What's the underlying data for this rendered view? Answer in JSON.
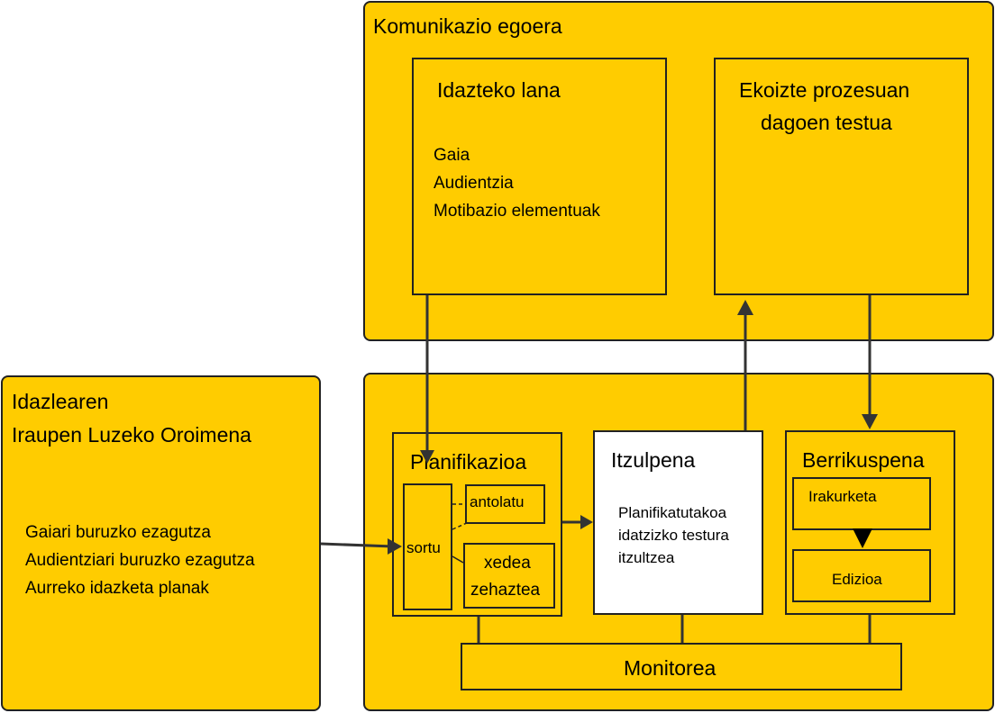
{
  "communication": {
    "title": "Komunikazio egoera",
    "task": {
      "title": "Idazteko lana",
      "items": [
        "Gaia",
        "Audientzia",
        "Motibazio elementuak"
      ]
    },
    "text_in_progress": {
      "title_line1": "Ekoizte prozesuan",
      "title_line2": "dagoen testua"
    }
  },
  "memory": {
    "title_line1": "Idazlearen",
    "title_line2": "Iraupen Luzeko Oroimena",
    "items": [
      "Gaiari buruzko ezagutza",
      "Audientziari buruzko ezagutza",
      "Aurreko idazketa planak"
    ]
  },
  "process": {
    "planning": {
      "title": "Planifikazioa",
      "generate": "sortu",
      "organize": "antolatu",
      "goal_line1": "xedea",
      "goal_line2": "zehaztea"
    },
    "translation": {
      "title": "Itzulpena",
      "desc_line1": "Planifikatutakoa",
      "desc_line2": "idatzizko testura",
      "desc_line3": "itzultzea"
    },
    "review": {
      "title": "Berrikuspena",
      "reading": "Irakurketa",
      "editing": "Edizioa"
    },
    "monitor": "Monitorea"
  },
  "colors": {
    "fill": "#FFCC00",
    "stroke": "#222222",
    "arrow": "#333333"
  }
}
